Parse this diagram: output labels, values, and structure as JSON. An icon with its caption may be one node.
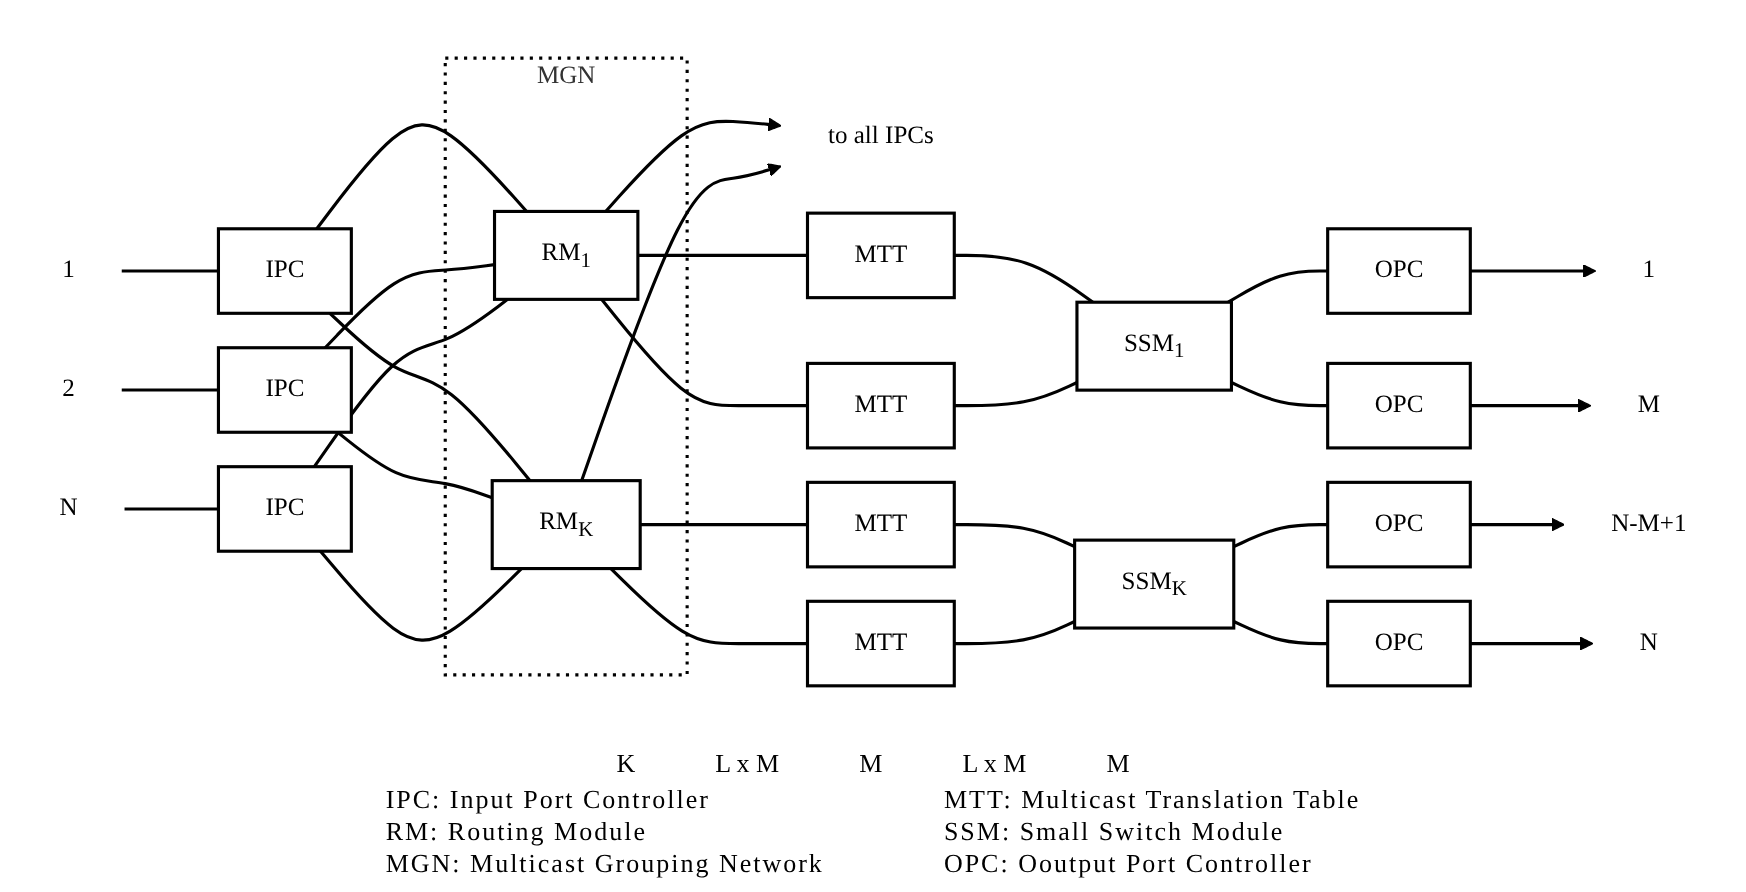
{
  "diagram": {
    "nodes": [
      {
        "text": [
          "to all IPCs"
        ]
      },
      {
        "text": [
          "1"
        ]
      },
      {
        "text": [
          "IPC"
        ]
      },
      {
        "text": [
          "2"
        ]
      },
      {
        "text": [
          "IPC"
        ]
      },
      {
        "text": [
          "N"
        ]
      },
      {
        "text": [
          "IPC"
        ]
      },
      {
        "text": [
          "MGN"
        ]
      },
      {
        "text": [
          "RM$_{1}$"
        ],
        "in": 7
      },
      {
        "text": [
          "RM$_{K}$"
        ],
        "in": 7
      },
      {
        "text": [
          "MTT"
        ]
      },
      {
        "text": [
          "MTT"
        ]
      },
      {
        "text": [
          "SSM$_{1}$"
        ]
      },
      {
        "text": [
          "OPC"
        ]
      },
      {
        "text": [
          "OPC"
        ]
      },
      {
        "text": [
          "MTT"
        ]
      },
      {
        "text": [
          "MTT"
        ]
      },
      {
        "text": [
          "SSM$_{K}$"
        ]
      },
      {
        "text": [
          "OPC"
        ]
      },
      {
        "text": [
          "OPC"
        ]
      },
      {
        "text": [
          "1"
        ]
      },
      {
        "text": [
          "M"
        ]
      },
      {
        "text": [
          "N-M+1"
        ]
      },
      {
        "text": [
          "N"
        ]
      }
    ],
    "edges": [
      {
        "from": 1,
        "to": 2,
        "arrow": "none"
      },
      {
        "from": 3,
        "to": 4,
        "arrow": "none"
      },
      {
        "from": 5,
        "to": 6,
        "arrow": "none"
      },
      {
        "from": 2,
        "to": 8,
        "arrow": "none"
      },
      {
        "from": 2,
        "to": 9,
        "arrow": "none"
      },
      {
        "from": 4,
        "to": 8,
        "arrow": "none"
      },
      {
        "from": 4,
        "to": 9,
        "arrow": "none"
      },
      {
        "from": 6,
        "to": 8,
        "arrow": "none"
      },
      {
        "from": 6,
        "to": 9,
        "arrow": "none"
      },
      {
        "from": 8,
        "to": 0,
        "arrow": "to"
      },
      {
        "from": 9,
        "to": 0,
        "arrow": "to"
      },
      {
        "from": 8,
        "to": 10,
        "arrow": "none"
      },
      {
        "from": 8,
        "to": 11,
        "arrow": "none"
      },
      {
        "from": 9,
        "to": 15,
        "arrow": "none"
      },
      {
        "from": 9,
        "to": 16,
        "arrow": "none"
      },
      {
        "from": 10,
        "to": 12,
        "arrow": "none"
      },
      {
        "from": 11,
        "to": 12,
        "arrow": "none"
      },
      {
        "from": 12,
        "to": 13,
        "arrow": "none"
      },
      {
        "from": 12,
        "to": 14,
        "arrow": "none"
      },
      {
        "from": 13,
        "to": 20,
        "arrow": "to"
      },
      {
        "from": 14,
        "to": 21,
        "arrow": "to"
      },
      {
        "from": 15,
        "to": 17,
        "arrow": "none"
      },
      {
        "from": 16,
        "to": 17,
        "arrow": "none"
      },
      {
        "from": 17,
        "to": 18,
        "arrow": "none"
      },
      {
        "from": 17,
        "to": 19,
        "arrow": "none"
      },
      {
        "from": 18,
        "to": 22,
        "arrow": "to"
      },
      {
        "from": 19,
        "to": 23,
        "arrow": "to"
      }
    ],
    "labels": [
      "K",
      "L x M",
      "M",
      "L x M",
      "M",
      "IPC: Input Port Controller",
      "MTT: Multicast Translation Table",
      "RM: Routing Module",
      "SSM: Small Switch Module",
      "MGN: Multicast Grouping Network",
      "OPC: Ooutput Port Controller"
    ]
  }
}
